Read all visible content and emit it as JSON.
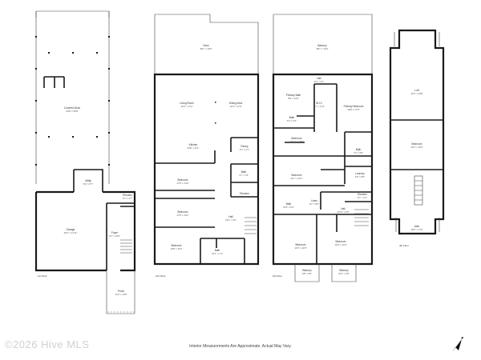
{
  "floors": [
    {
      "id": "f1",
      "label": "1st Floor",
      "rooms": [
        {
          "id": "covered-deck",
          "name": "Covered Deck",
          "dim": "20'8\" x 36'8\""
        },
        {
          "id": "utility",
          "name": "Utility",
          "dim": "8'4\" x 5'7\""
        },
        {
          "id": "elevator1",
          "name": "Elevator",
          "dim": "6'7\" x 4'7\""
        },
        {
          "id": "garage",
          "name": "Garage",
          "dim": "26'2\" x 21'11\""
        },
        {
          "id": "foyer",
          "name": "Foyer",
          "dim": "9'7\" x 10'6\""
        },
        {
          "id": "porch",
          "name": "Porch",
          "dim": "14'4\" x 13'9\""
        }
      ]
    },
    {
      "id": "f2",
      "label": "2nd Floor",
      "rooms": [
        {
          "id": "deck",
          "name": "Deck",
          "dim": "38'7\" x 13'5\""
        },
        {
          "id": "living-room",
          "name": "Living Room",
          "dim": "14'6\" x 17'2\""
        },
        {
          "id": "dining-area",
          "name": "Dining Area",
          "dim": "13'4\" x 17'5\""
        },
        {
          "id": "kitchen",
          "name": "Kitchen",
          "dim": "24'8\" x 11'1\""
        },
        {
          "id": "pantry",
          "name": "Pantry",
          "dim": "5'7\" x 4'7\""
        },
        {
          "id": "bedroom2a",
          "name": "Bedroom",
          "dim": "17'8\" x 14'0\""
        },
        {
          "id": "bath2a",
          "name": "Bath",
          "dim": "7'1\" x 7'6\""
        },
        {
          "id": "elevator2",
          "name": "Elevator",
          "dim": "6'7\" x 4'7\""
        },
        {
          "id": "hall2",
          "name": "Hall",
          "dim": "16'4\" x 3'6\""
        },
        {
          "id": "bedroom2b",
          "name": "Bedroom",
          "dim": "17'8\" x 10'1\""
        },
        {
          "id": "bedroom2c",
          "name": "Bedroom",
          "dim": "10'8\" x 11'0\""
        },
        {
          "id": "bath2b",
          "name": "Bath",
          "dim": "10'1\" x 7'4\""
        }
      ]
    },
    {
      "id": "f3",
      "label": "3rd Floor",
      "rooms": [
        {
          "id": "balcony-top",
          "name": "Balcony",
          "dim": "38'7\" x 13'4\""
        },
        {
          "id": "hall3",
          "name": "Hall",
          "dim": "9'7\" x 3'7\""
        },
        {
          "id": "primary-bath",
          "name": "Primary Bath",
          "dim": "9'8\" x 13'3\""
        },
        {
          "id": "wic",
          "name": "W.I.C",
          "dim": "6'7\" x 17'9\""
        },
        {
          "id": "primary-bedroom",
          "name": "Primary Bedroom",
          "dim": "18'8\" x 17'5\""
        },
        {
          "id": "bath3a",
          "name": "Bath",
          "dim": "5'4\" x 5'4\""
        },
        {
          "id": "bedroom3a",
          "name": "Bedroom",
          "dim": "16'11\" x 10'8\""
        },
        {
          "id": "bath3b",
          "name": "Bath",
          "dim": "7'4\" x 6'5\""
        },
        {
          "id": "bedroom3b",
          "name": "Bedroom",
          "dim": "14'7\" x 10'7\""
        },
        {
          "id": "laundry",
          "name": "Laundry",
          "dim": "6'0\" x 6'8\""
        },
        {
          "id": "elevator3",
          "name": "Elevator",
          "dim": "6'7\" x 4'7\""
        },
        {
          "id": "bath3c",
          "name": "Bath",
          "dim": "10'4\" x 8'1\""
        },
        {
          "id": "linen",
          "name": "Linen",
          "dim": "6'7\" x 5'6\""
        },
        {
          "id": "hall3b",
          "name": "Hall",
          "dim": "20'11\" x 3'6\""
        },
        {
          "id": "bedroom3c",
          "name": "Bedroom",
          "dim": "13'0\" x 11'8\""
        },
        {
          "id": "bedroom3d",
          "name": "Bedroom",
          "dim": "10'0\" x 13'4\""
        },
        {
          "id": "balcony3a",
          "name": "Balcony",
          "dim": "9'8\" x 5'0\""
        },
        {
          "id": "balcony3b",
          "name": "Balcony",
          "dim": "10'4\" x 5'0\""
        }
      ]
    },
    {
      "id": "f4",
      "label": "4th Floor",
      "rooms": [
        {
          "id": "loft",
          "name": "Loft",
          "dim": "15'4\" x 20'8\""
        },
        {
          "id": "bedroom4",
          "name": "Bedroom",
          "dim": "13'4\" x 15'0\""
        },
        {
          "id": "attic",
          "name": "Attic",
          "dim": "15'8\" x 17'6\""
        }
      ]
    }
  ],
  "watermark": "©2026 Hive MLS",
  "disclaimer": "Interior Measurements Are Approximate. Actual May Vary."
}
